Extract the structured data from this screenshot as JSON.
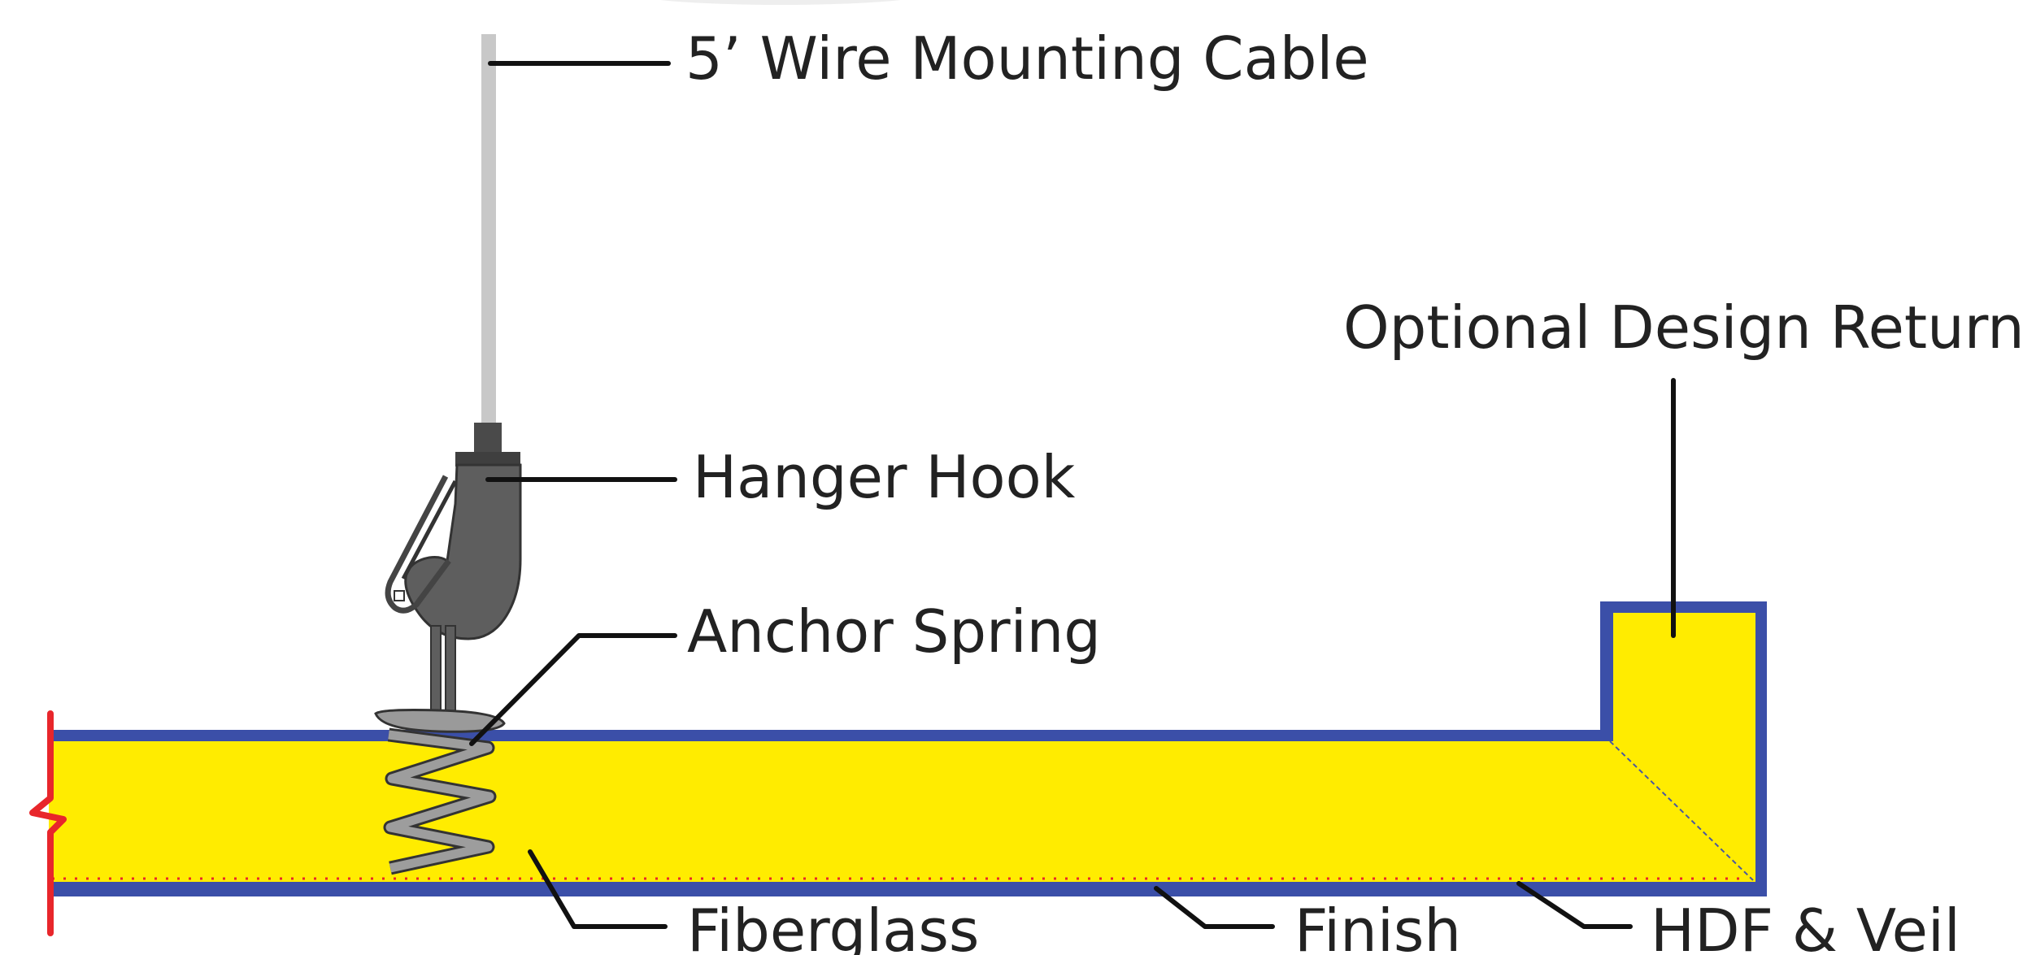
{
  "labels": {
    "wire_cable": "5’ Wire Mounting Cable",
    "hanger_hook": "Hanger Hook",
    "anchor_spring": "Anchor Spring",
    "optional_return": "Optional Design Return",
    "fiberglass": "Fiberglass",
    "finish": "Finish",
    "hdf_veil": "HDF & Veil"
  },
  "colors": {
    "fiberglass_core": "#FFEC00",
    "finish_edge": "#3B4FA8",
    "cut_line": "#E8262B",
    "hardware": "#5E5E5E",
    "cable": "#C8C8C8",
    "leader": "#111111"
  }
}
